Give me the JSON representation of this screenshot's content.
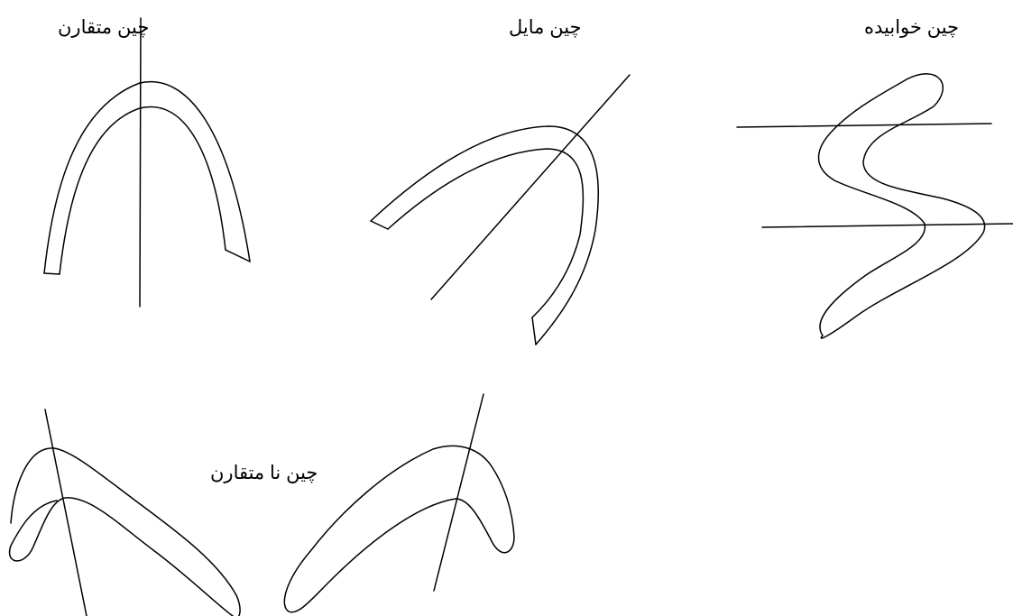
{
  "labels": {
    "symmetric_fold": "چین متقارن",
    "inclined_fold": "چین مایل",
    "recumbent_fold": "چین خوابیده",
    "asymmetric_fold": "چین نا متقارن"
  },
  "colors": {
    "stroke": "#000000",
    "background": "#ffffff"
  }
}
